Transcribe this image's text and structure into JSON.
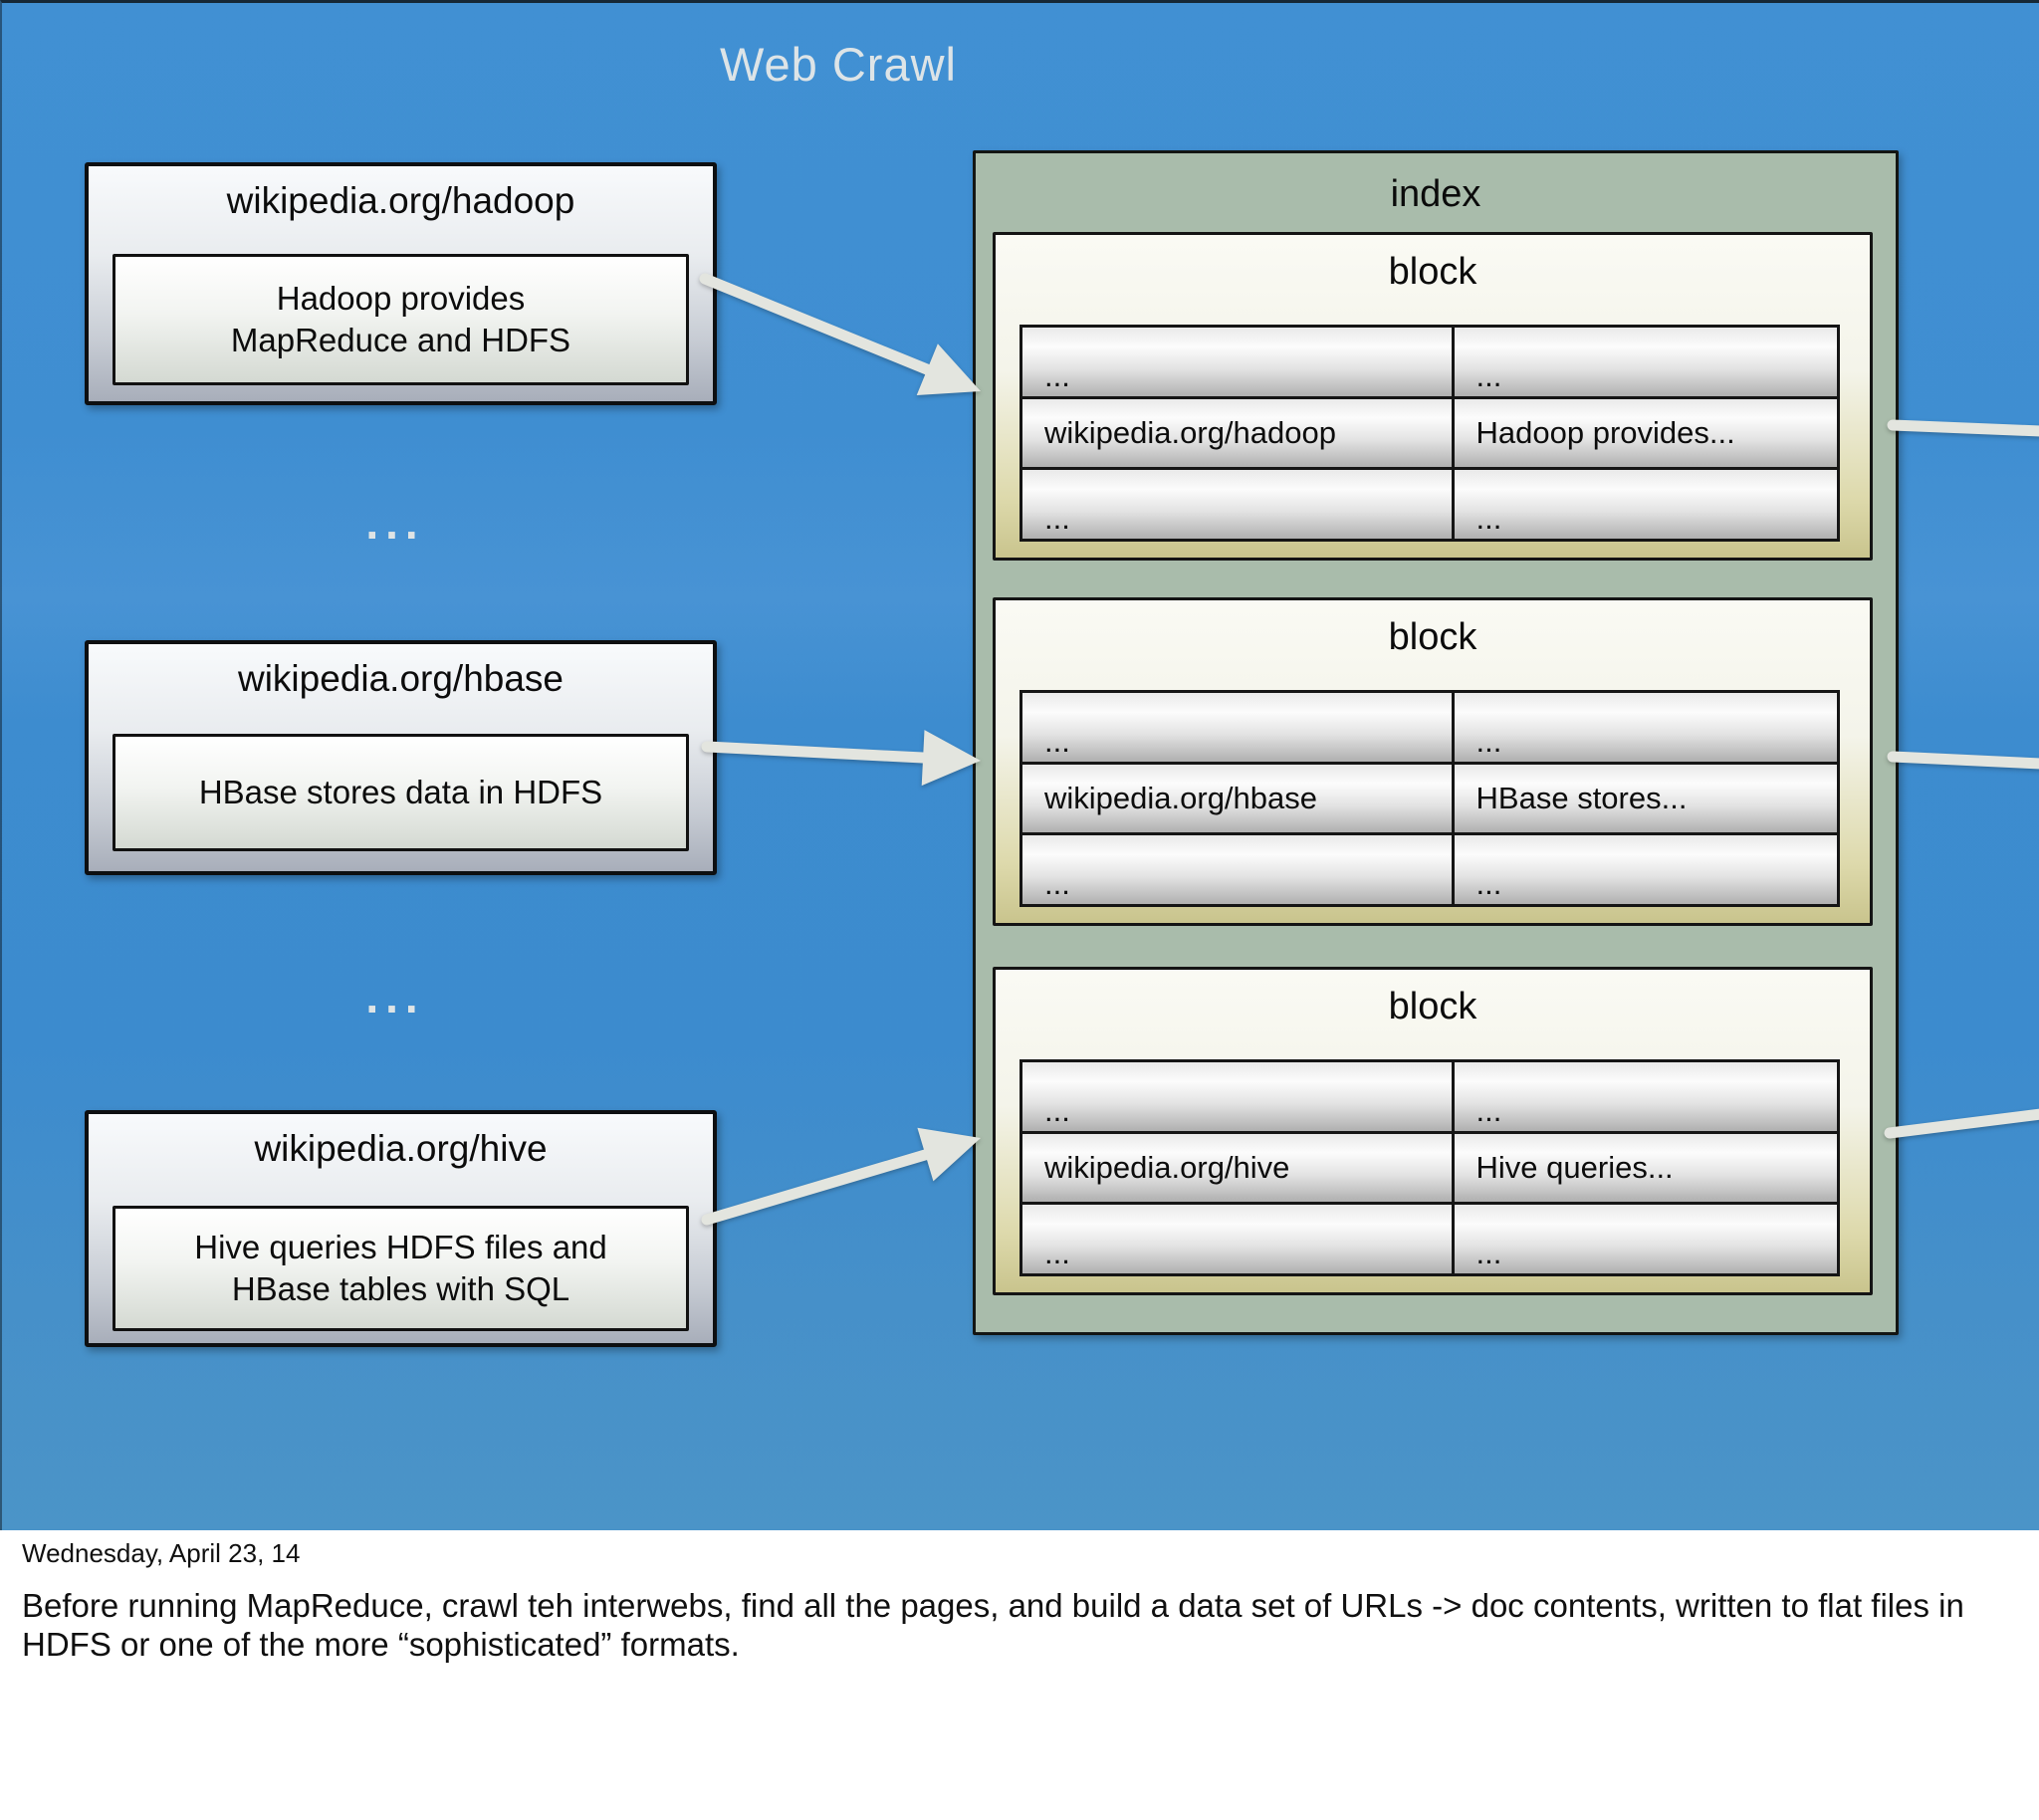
{
  "slide": {
    "title": "Web Crawl",
    "ellipsis": "...",
    "pages": [
      {
        "url": "wikipedia.org/hadoop",
        "content": "Hadoop provides MapReduce and HDFS"
      },
      {
        "url": "wikipedia.org/hbase",
        "content": "HBase stores data in HDFS"
      },
      {
        "url": "wikipedia.org/hive",
        "content": "Hive queries HDFS files and HBase tables with SQL"
      }
    ],
    "index": {
      "title": "index",
      "blocks": [
        {
          "title": "block",
          "rows": [
            [
              "...",
              "..."
            ],
            [
              "wikipedia.org/hadoop",
              "Hadoop provides..."
            ],
            [
              "...",
              "..."
            ]
          ]
        },
        {
          "title": "block",
          "rows": [
            [
              "...",
              "..."
            ],
            [
              "wikipedia.org/hbase",
              "HBase stores..."
            ],
            [
              "...",
              "..."
            ]
          ]
        },
        {
          "title": "block",
          "rows": [
            [
              "...",
              "..."
            ],
            [
              "wikipedia.org/hive",
              "Hive queries..."
            ],
            [
              "...",
              "..."
            ]
          ]
        }
      ]
    }
  },
  "notes": {
    "date": "Wednesday, April 23, 14",
    "text": "Before running MapReduce, crawl teh interwebs, find all the pages, and build a data set of URLs -> doc contents, written to flat files in HDFS or one of the more “sophisticated” formats."
  },
  "colors": {
    "background_blue": "#3d8ccf",
    "index_panel_green": "#a9bcab",
    "block_khaki_bottom": "#c9c48d",
    "arrow_gray": "#e3e5df",
    "title_gray": "#dde4e7"
  }
}
